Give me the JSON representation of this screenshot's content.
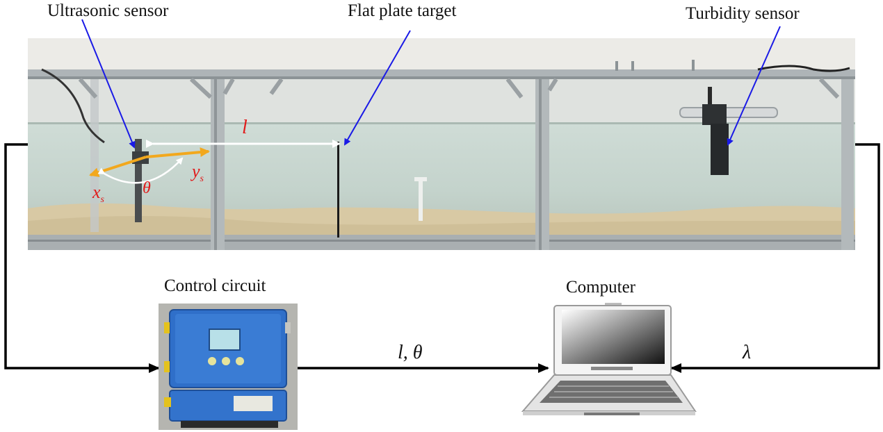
{
  "labels": {
    "ultrasonic_sensor": "Ultrasonic sensor",
    "flat_plate_target": "Flat plate target",
    "turbidity_sensor": "Turbidity sensor",
    "control_circuit": "Control circuit",
    "computer": "Computer"
  },
  "math": {
    "distance": "l",
    "angle": "θ",
    "x_axis": "x",
    "x_sub": "s",
    "y_axis": "y",
    "y_sub": "s",
    "link_circuit_to_computer": "l, θ",
    "link_turbidity_to_computer": "λ"
  },
  "colors": {
    "leader_arrow": "#1a1ae6",
    "orientation_axes": "#f2a81d",
    "math_label_red": "#e11a1a",
    "signal_line": "#000000",
    "device_box": "#2f6fc9",
    "screen_panel": "#b8e0e8"
  },
  "icons": {
    "control_circuit": "control-box-icon",
    "computer": "laptop-icon"
  }
}
